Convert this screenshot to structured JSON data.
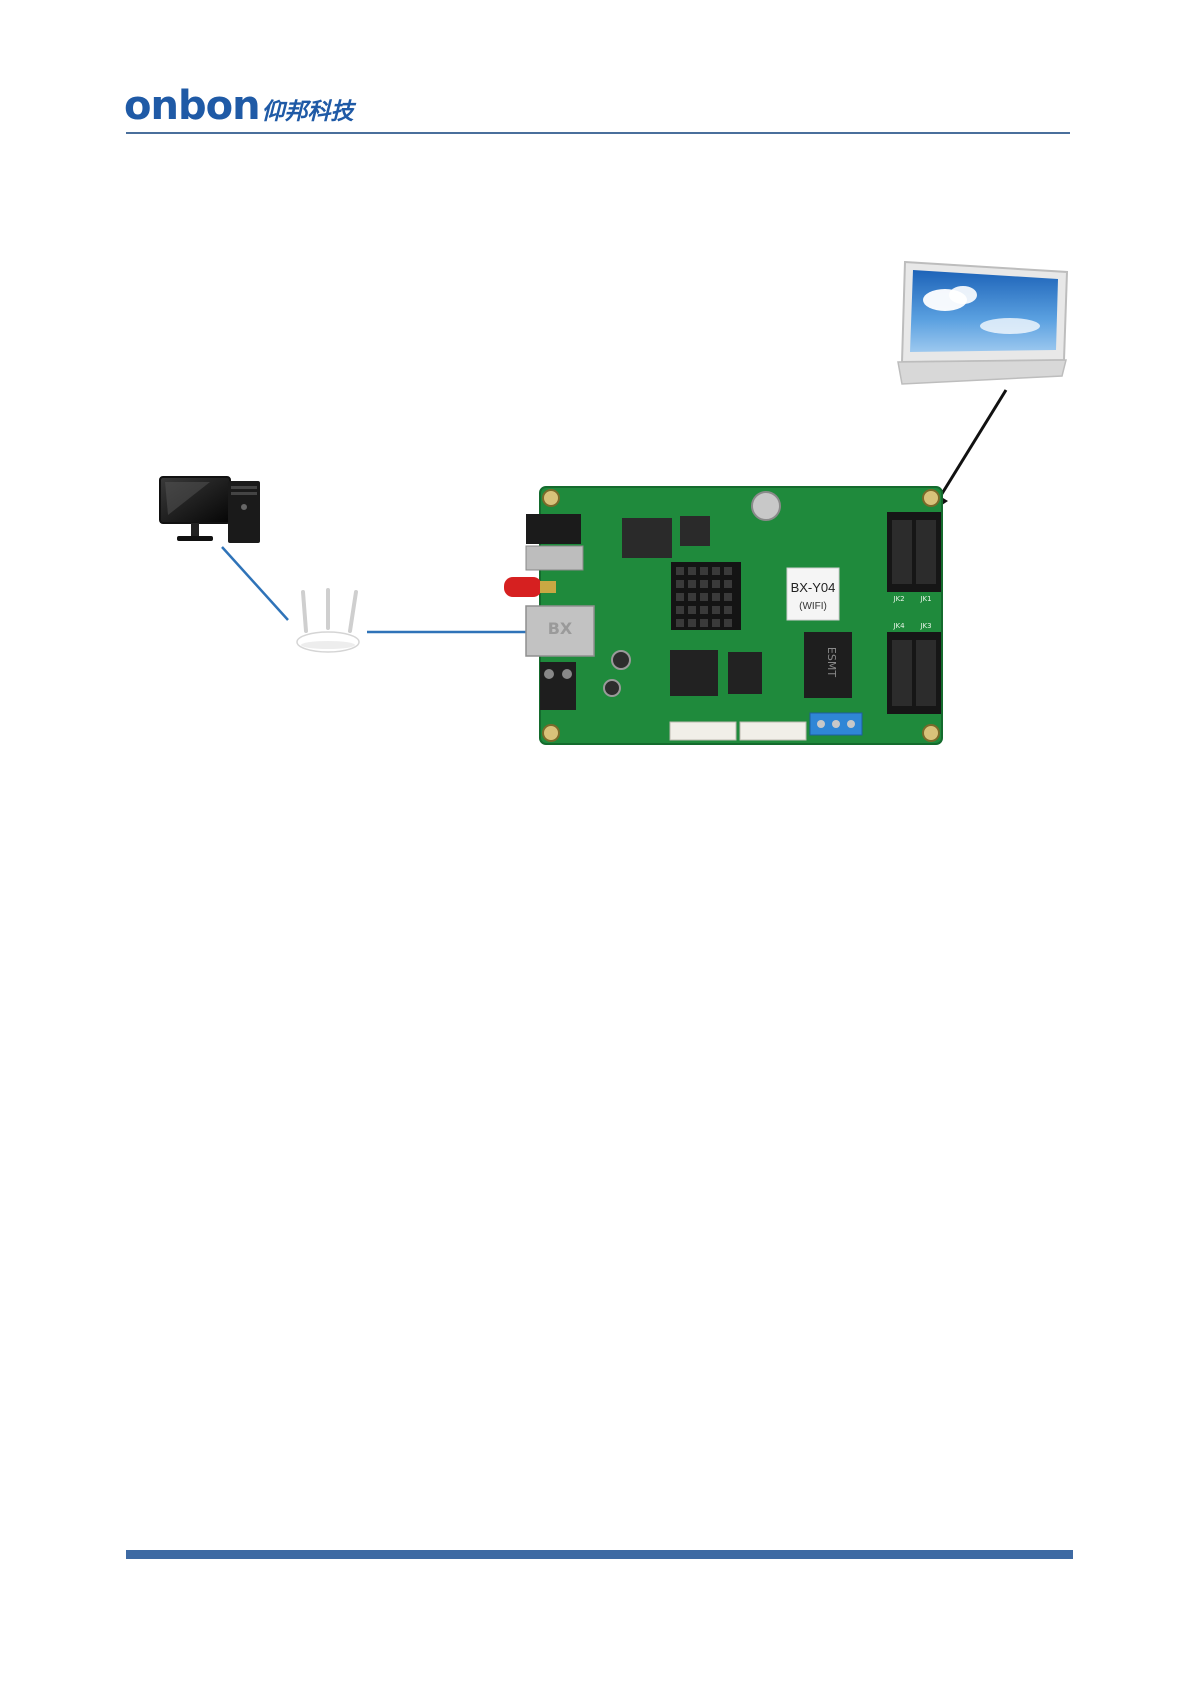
{
  "header": {
    "logo_text": "onbon",
    "logo_cn": "仰邦科技"
  },
  "diagram": {
    "board_model": "BX-Y04",
    "board_variant": "(WIFI)",
    "board_logo": "BX",
    "chip_label": "ESMT",
    "port_labels": [
      "JK2",
      "JK1",
      "JK4",
      "JK3"
    ]
  },
  "colors": {
    "brand": "#1f5aa6",
    "rule": "#4a6f9c",
    "footer_bar": "#3e6aa3",
    "cable": "#2f73b8",
    "pcb": "#1f8a3c"
  },
  "icons": [
    "desktop-computer-icon",
    "wifi-router-icon",
    "lcd-display-icon"
  ]
}
